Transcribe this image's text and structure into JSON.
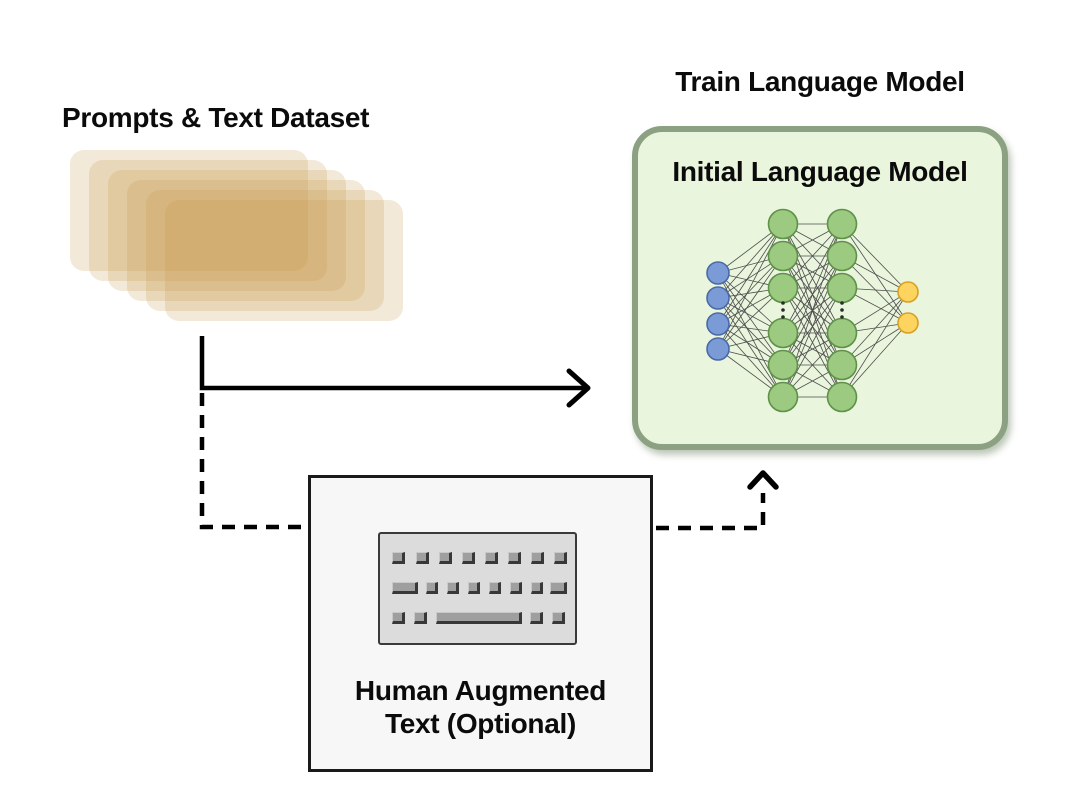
{
  "diagram": {
    "dataset": {
      "label": "Prompts & Text Dataset",
      "card_count": 6,
      "card_color": "rgba(196,152,70,0.21)"
    },
    "train": {
      "title": "Train Language Model",
      "model_label": "Initial Language Model",
      "box_fill": "#E9F5DC",
      "box_border": "#8CA182"
    },
    "network": {
      "input": {
        "count": 4,
        "fill": "#7B9BD6",
        "stroke": "#4A69A8"
      },
      "hidden1": {
        "count": 6,
        "fill": "#9BCA80",
        "stroke": "#5F9148"
      },
      "hidden2": {
        "count": 6,
        "fill": "#9BCA80",
        "stroke": "#5F9148"
      },
      "output": {
        "count": 2,
        "fill": "#FCD45F",
        "stroke": "#D8A023"
      },
      "edge_color": "#4D4D4D",
      "ellipsis": "⋮"
    },
    "human": {
      "label_line1": "Human Augmented",
      "label_line2": "Text (Optional)",
      "box_fill": "#F7F7F7",
      "box_border": "#1A1A1A"
    },
    "connectors": {
      "color": "#000000"
    }
  }
}
